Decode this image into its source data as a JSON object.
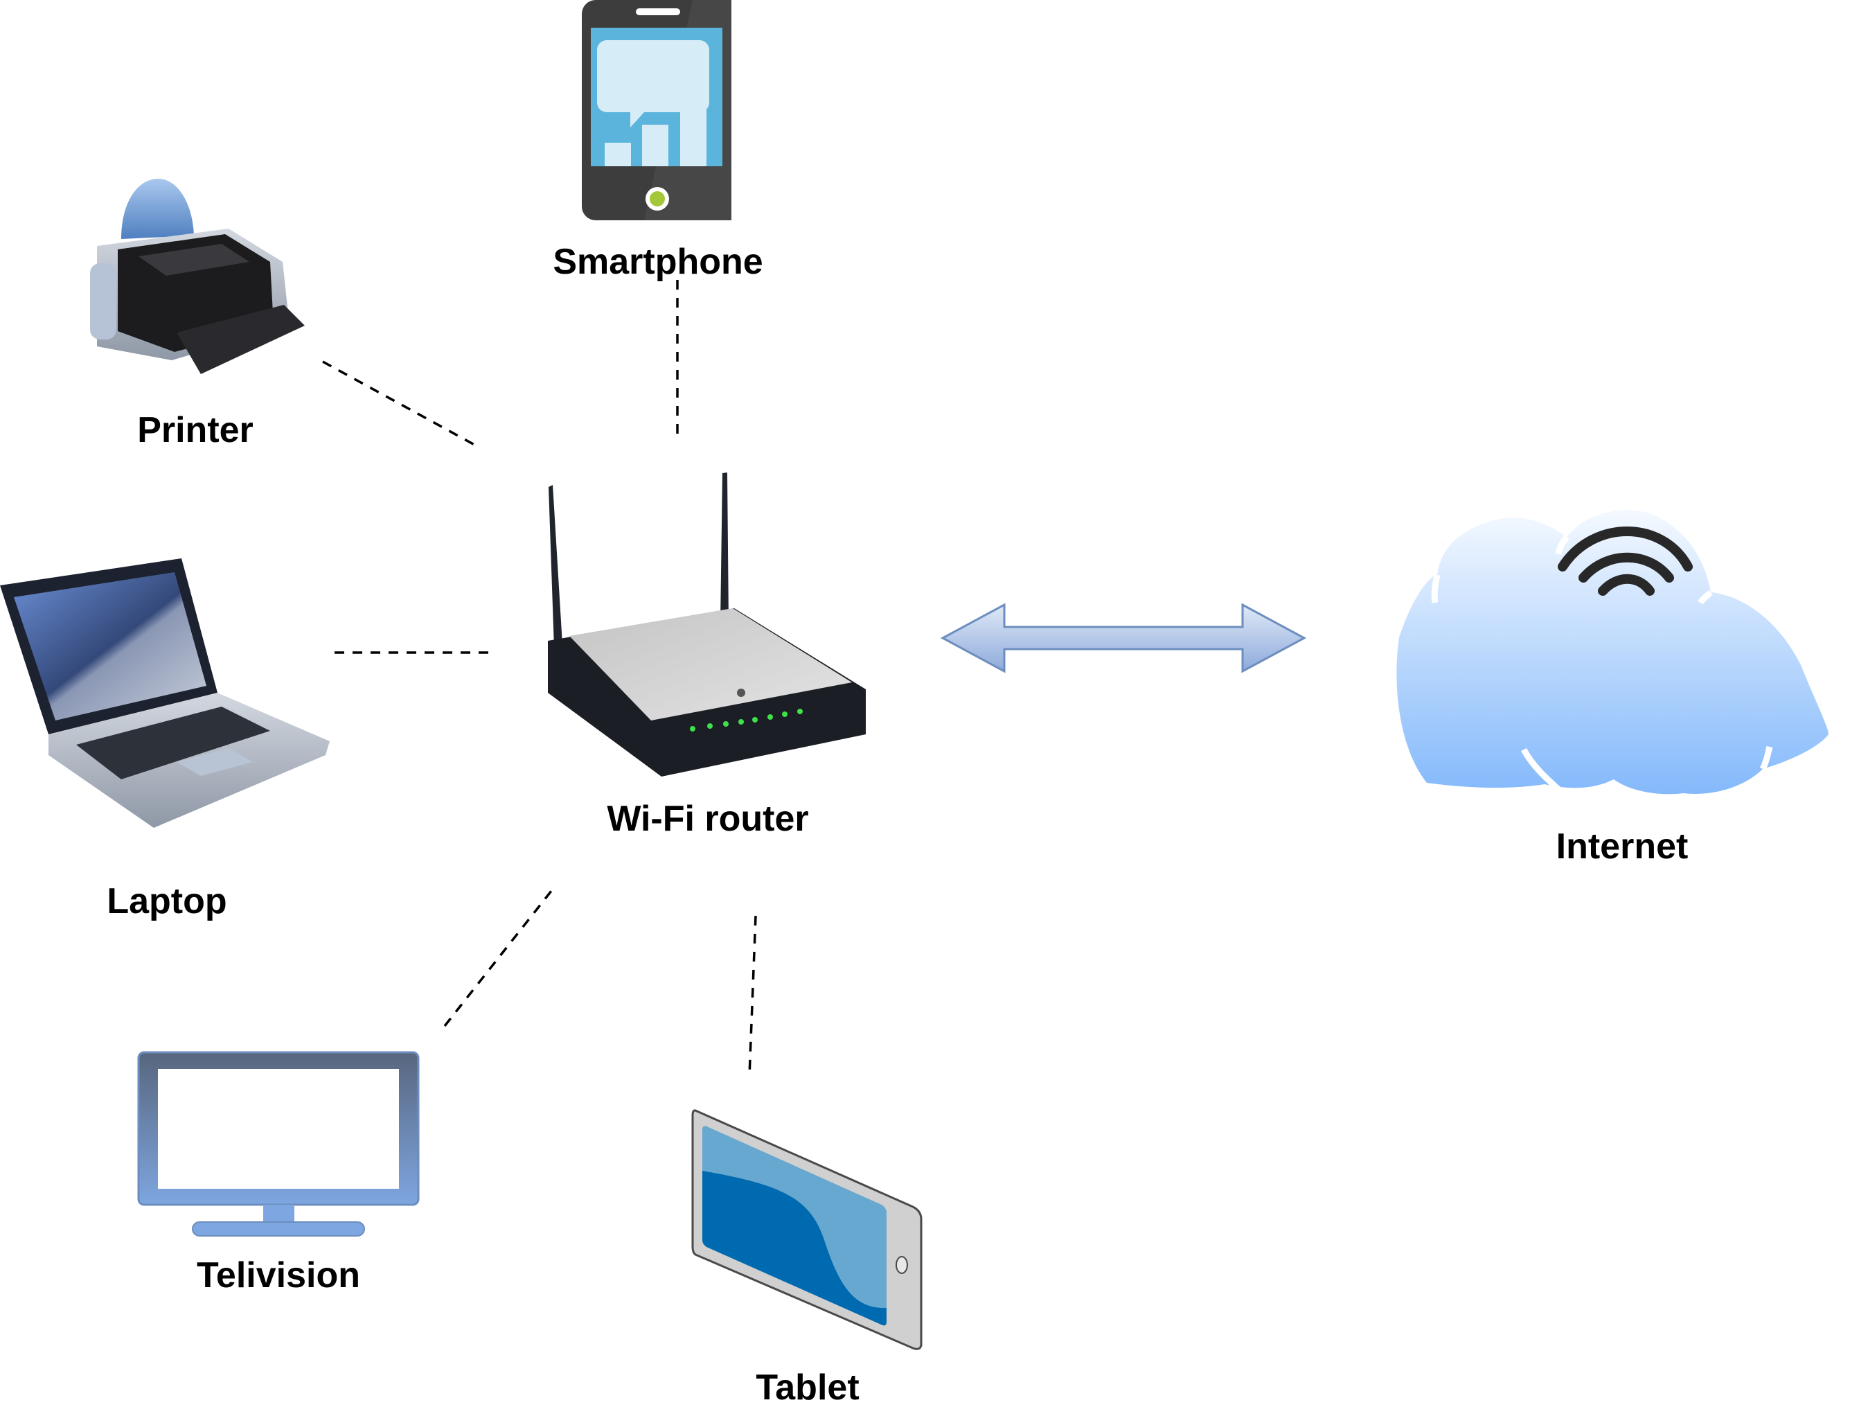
{
  "diagram": {
    "title": "Home Wi-Fi network",
    "nodes": [
      {
        "id": "smartphone",
        "label": "Smartphone",
        "icon": "smartphone-icon"
      },
      {
        "id": "printer",
        "label": "Printer",
        "icon": "printer-icon"
      },
      {
        "id": "laptop",
        "label": "Laptop",
        "icon": "laptop-icon"
      },
      {
        "id": "router",
        "label": "Wi-Fi router",
        "icon": "wifi-router-icon"
      },
      {
        "id": "internet",
        "label": "Internet",
        "icon": "cloud-wifi-icon"
      },
      {
        "id": "television",
        "label": "Telivision",
        "icon": "television-icon"
      },
      {
        "id": "tablet",
        "label": "Tablet",
        "icon": "tablet-icon"
      }
    ],
    "edges": [
      {
        "from": "printer",
        "to": "router",
        "style": "dashed"
      },
      {
        "from": "smartphone",
        "to": "router",
        "style": "dashed"
      },
      {
        "from": "laptop",
        "to": "router",
        "style": "dashed"
      },
      {
        "from": "television",
        "to": "router",
        "style": "dashed"
      },
      {
        "from": "tablet",
        "to": "router",
        "style": "dashed"
      },
      {
        "from": "router",
        "to": "internet",
        "style": "bidirectional-arrow"
      }
    ],
    "colors": {
      "arrow_fill_top": "#dfe9f7",
      "arrow_fill_bottom": "#8eaadb",
      "arrow_stroke": "#6c8ebf",
      "cloud_top": "#f4f9ff",
      "cloud_bottom": "#84b9fb",
      "phone_body": "#3d3d3d",
      "phone_screen": "#5ab4dc",
      "phone_button": "#a4c639",
      "tv_frame": "#7ea6e0",
      "tablet_screen": "#006ab0"
    }
  }
}
